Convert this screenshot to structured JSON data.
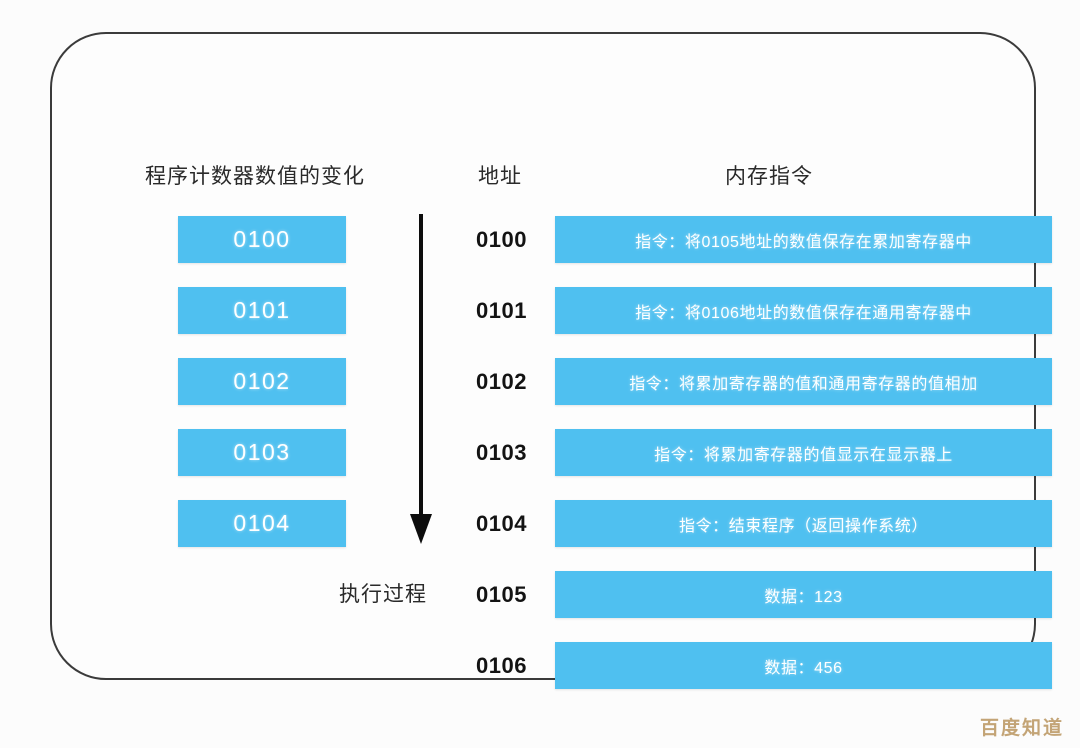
{
  "headers": {
    "program_counter": "程序计数器数值的变化",
    "address": "地址",
    "memory_instruction": "内存指令"
  },
  "flow": {
    "arrow_icon": "down-arrow-icon",
    "exec_label": "执行过程"
  },
  "program_counter_values": [
    "0100",
    "0101",
    "0102",
    "0103",
    "0104"
  ],
  "memory_rows": [
    {
      "address": "0100",
      "content": "指令：将0105地址的数值保存在累加寄存器中"
    },
    {
      "address": "0101",
      "content": "指令：将0106地址的数值保存在通用寄存器中"
    },
    {
      "address": "0102",
      "content": "指令：将累加寄存器的值和通用寄存器的值相加"
    },
    {
      "address": "0103",
      "content": "指令：将累加寄存器的值显示在显示器上"
    },
    {
      "address": "0104",
      "content": "指令：结束程序（返回操作系统）"
    },
    {
      "address": "0105",
      "content": "数据：123"
    },
    {
      "address": "0106",
      "content": "数据：456"
    }
  ],
  "watermark": "百度知道",
  "colors": {
    "box_blue": "#4FC0F0",
    "border_dark": "#3B3B3B",
    "background": "#FCFCFC",
    "watermark": "#C3A476"
  }
}
